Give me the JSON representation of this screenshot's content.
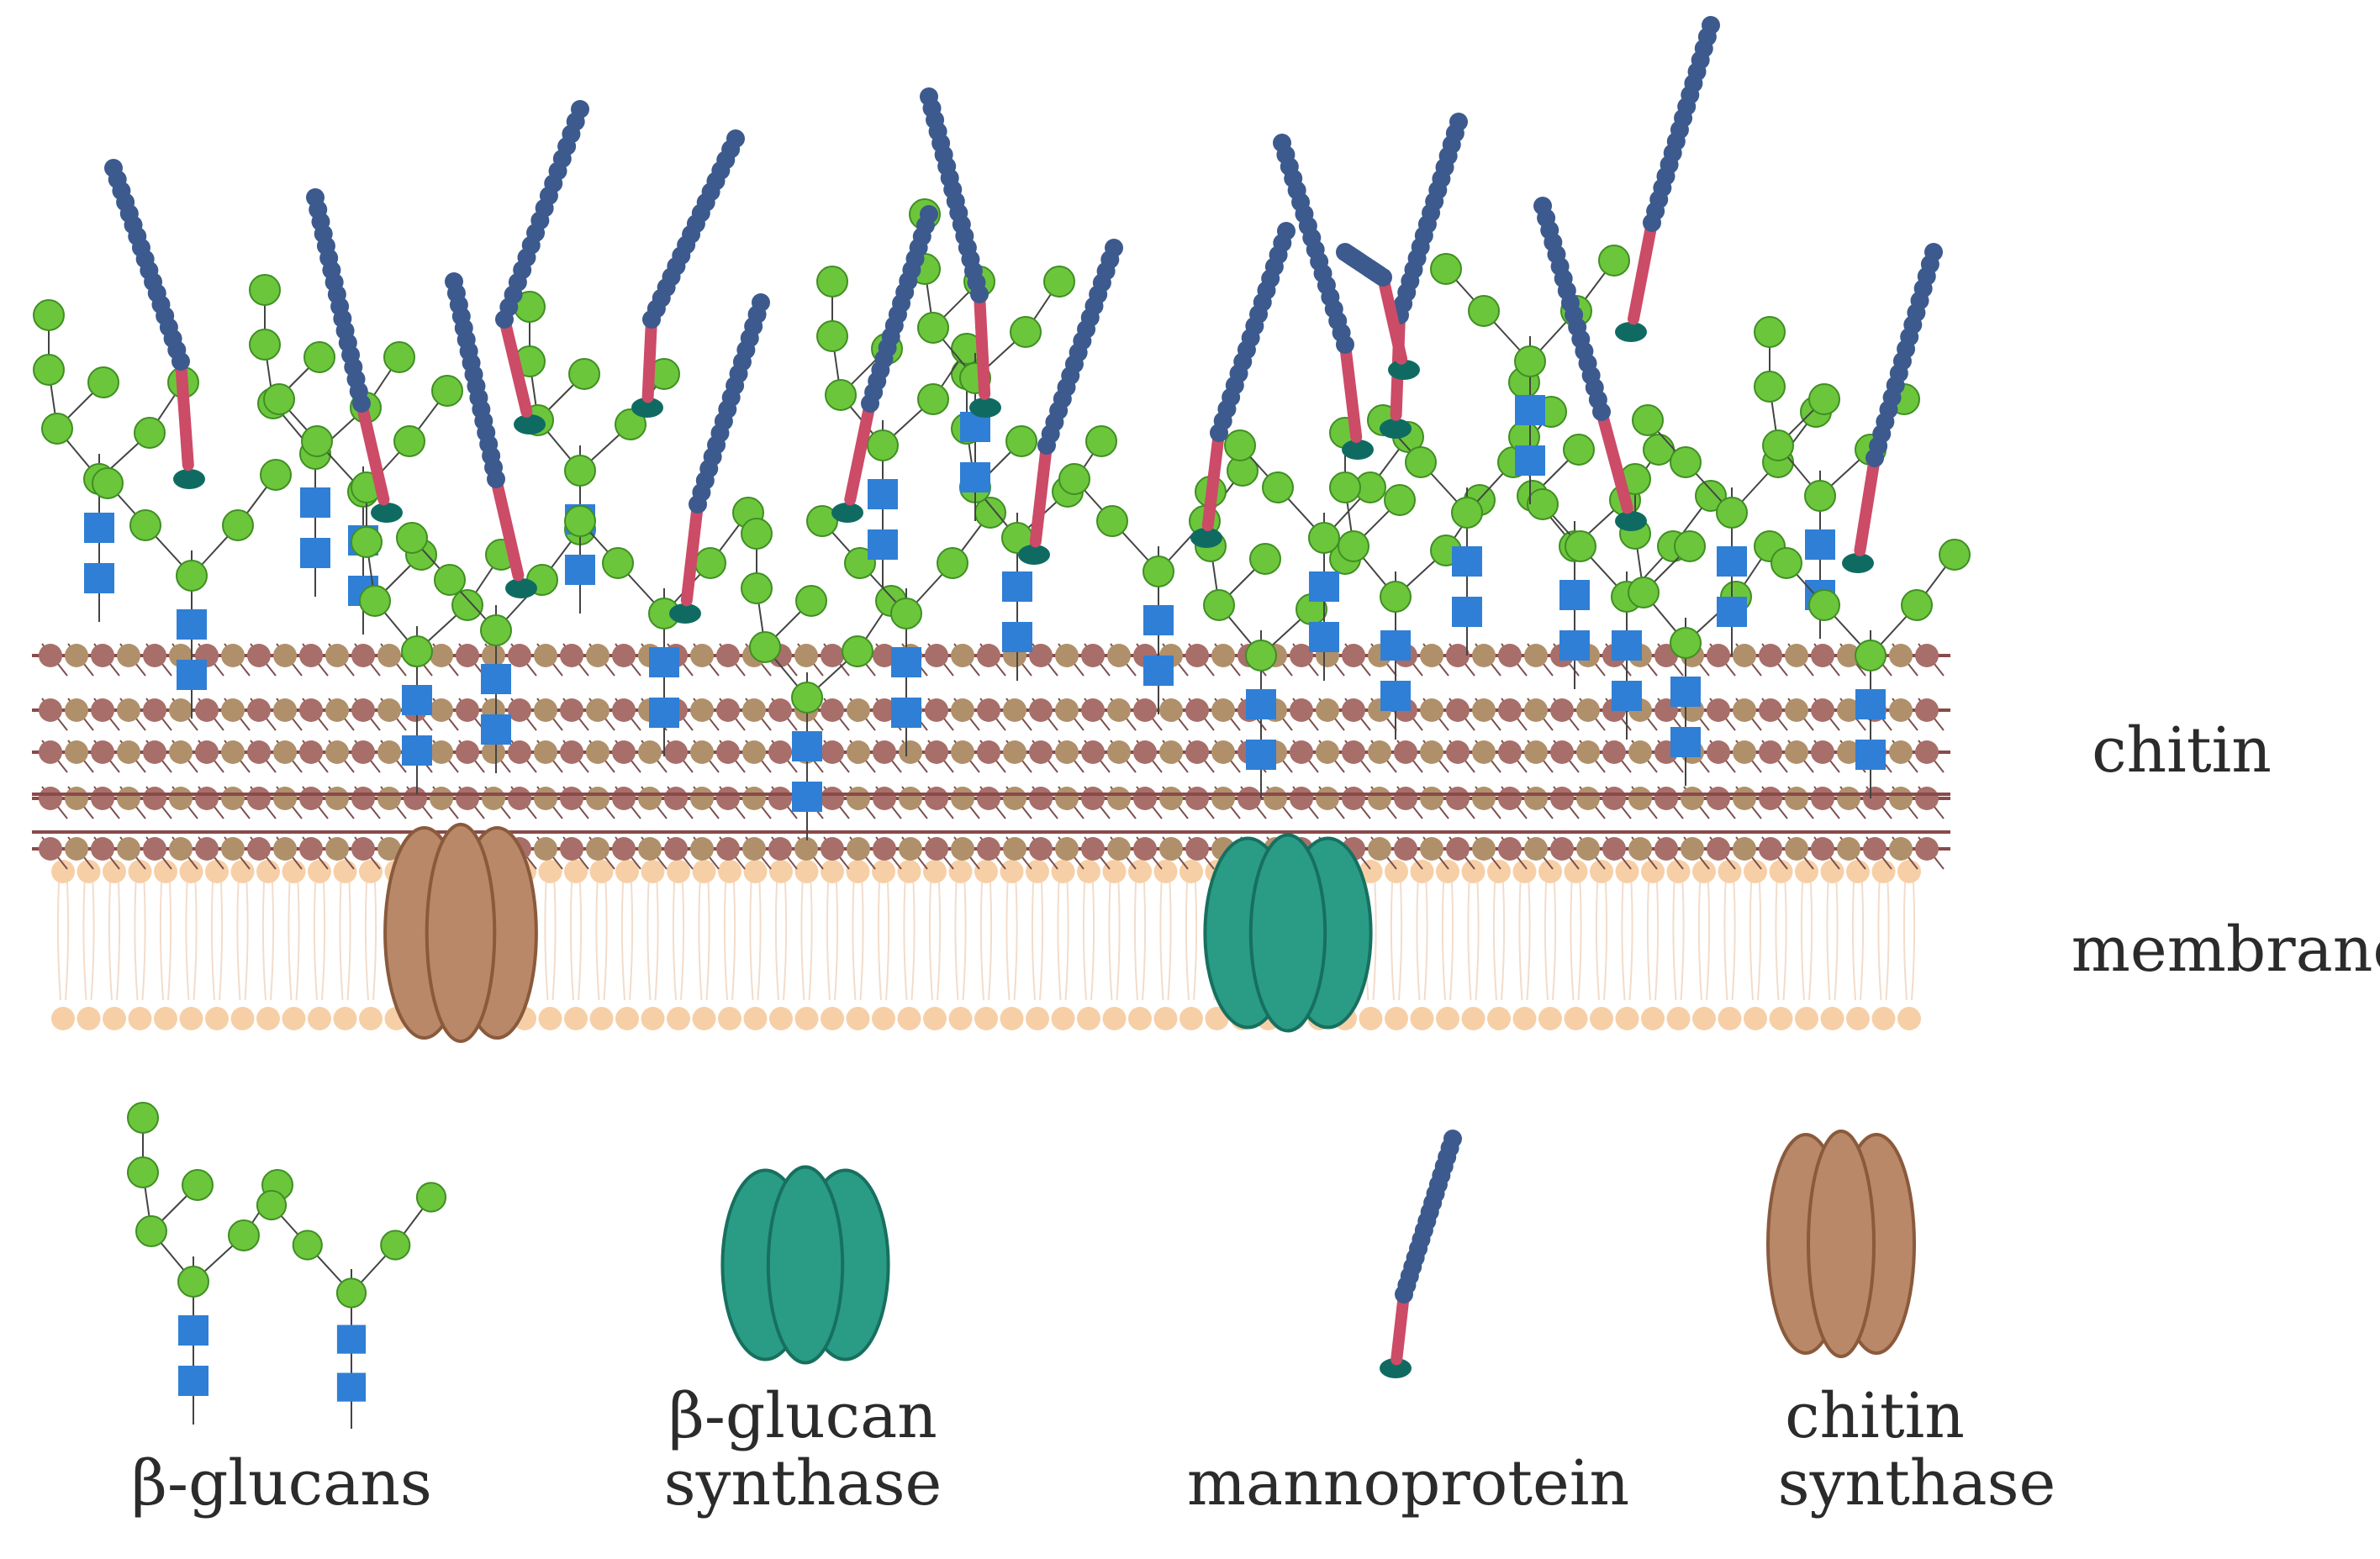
{
  "labels": {
    "chitin": "chitin",
    "membrane": "membrane"
  },
  "legend": {
    "glucans": "β-glucans",
    "glucan_synthase_line1": "β-glucan",
    "glucan_synthase_line2": "synthase",
    "mannoprotein": "mannoprotein",
    "chitin_synthase_line1": "chitin",
    "chitin_synthase_line2": "synthase"
  },
  "colors": {
    "glucose": "#6cc63c",
    "glucose_stroke": "#3f8f22",
    "nag": "#2f7fd6",
    "mannose_chain": "#3c5a8e",
    "protein_rod": "#cc4b67",
    "anchor": "#0f6b62",
    "chitin_fiber": "#8a4a4a",
    "chitin_bead_a": "#a86e69",
    "chitin_bead_b": "#b0906a",
    "membrane_head": "#f7cfa6",
    "membrane_tail": "#f2dccb",
    "glucan_synthase": "#2a9c85",
    "chitin_synthase": "#b88868"
  }
}
